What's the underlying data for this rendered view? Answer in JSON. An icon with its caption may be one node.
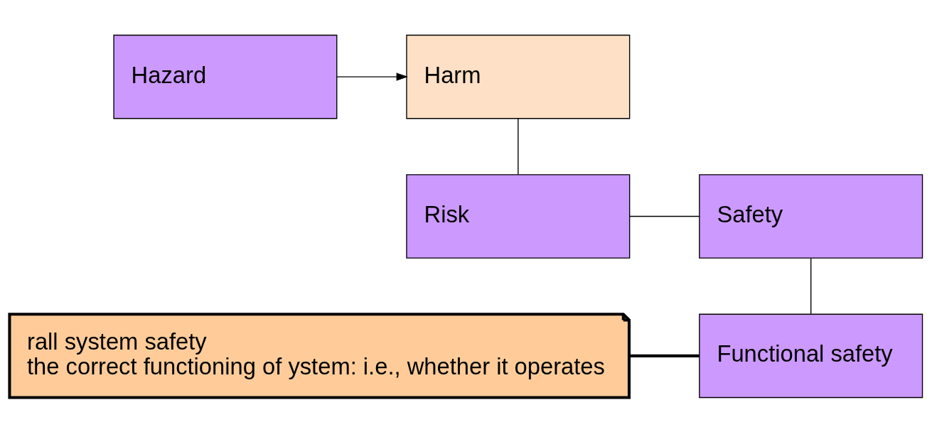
{
  "diagram": {
    "nodes": [
      {
        "text": [
          "Hazard"
        ]
      },
      {
        "text": [
          "Harm"
        ]
      },
      {
        "text": [
          "Risk"
        ]
      },
      {
        "text": [
          "Safety"
        ]
      },
      {
        "text": [
          "Functional safety"
        ]
      },
      {
        "text": [
          "rall system safety",
          "the correct functioning of ystem: i.e., whether it operates"
        ]
      }
    ],
    "edges": [
      {
        "from": 0,
        "to": 1,
        "arrow": "to"
      },
      {
        "from": 1,
        "to": 2,
        "arrow": "none"
      },
      {
        "from": 2,
        "to": 3,
        "arrow": "none"
      },
      {
        "from": 3,
        "to": 4,
        "arrow": "none"
      },
      {
        "from": 5,
        "to": 4,
        "arrow": "none",
        "style": "thick"
      }
    ]
  }
}
